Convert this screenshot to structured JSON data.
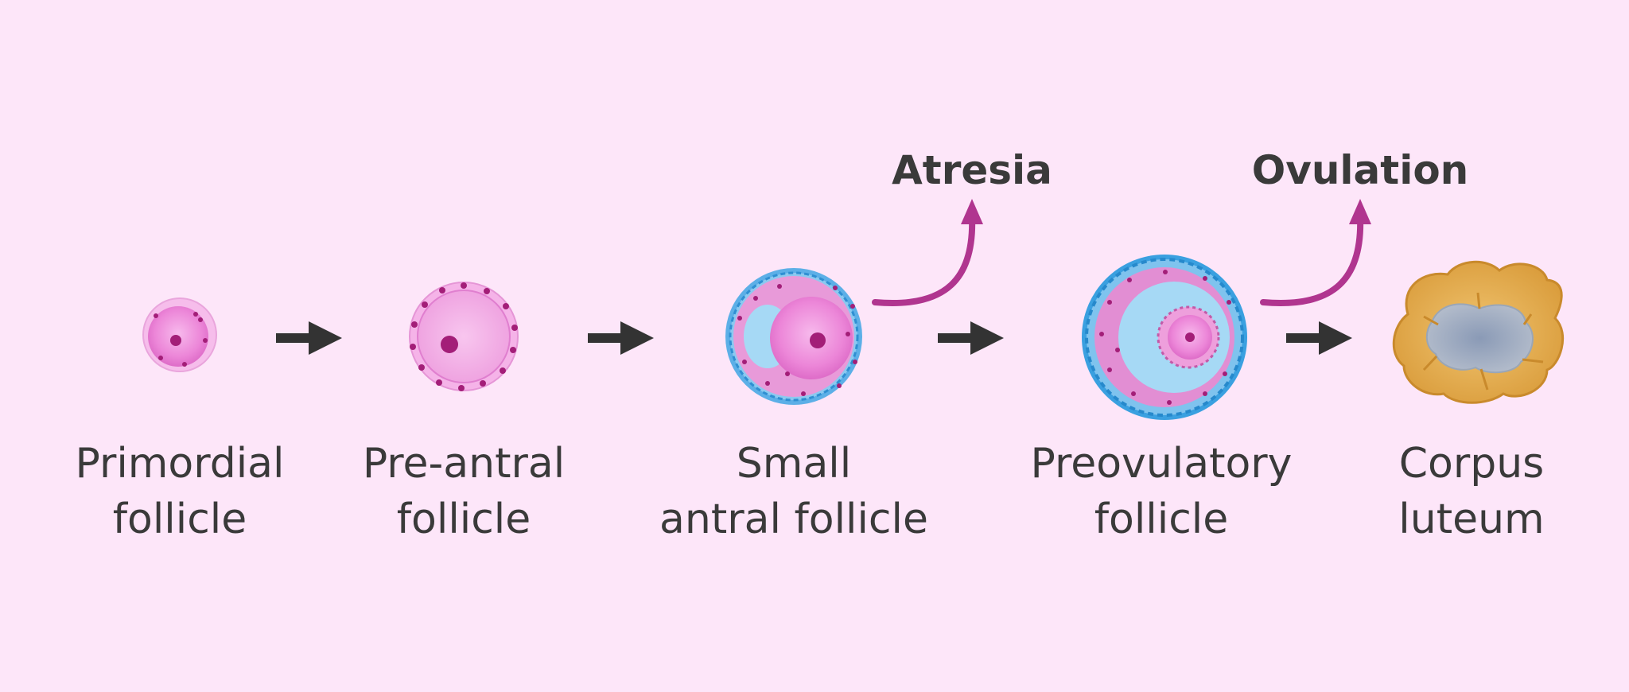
{
  "colors": {
    "background": "#fde6f9",
    "arrow": "#333333",
    "branch_arrow": "#b0358f",
    "text": "#3a3a3a"
  },
  "stages": [
    {
      "line1": "Primordial",
      "line2": "follicle"
    },
    {
      "line1": "Pre-antral",
      "line2": "follicle"
    },
    {
      "line1": "Small",
      "line2": "antral follicle"
    },
    {
      "line1": "Preovulatory",
      "line2": "follicle"
    },
    {
      "line1": "Corpus",
      "line2": "luteum"
    }
  ],
  "branches": {
    "atresia": "Atresia",
    "ovulation": "Ovulation"
  }
}
